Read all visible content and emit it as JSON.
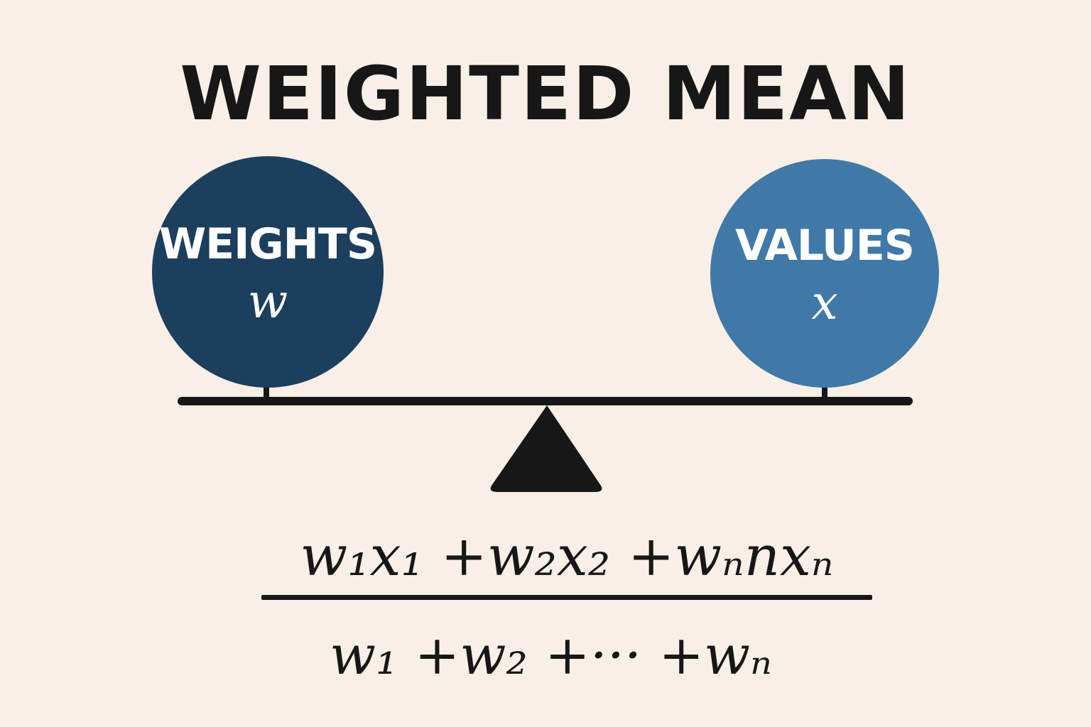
{
  "title": "WEIGHTED MEAN",
  "weights": {
    "label": "WEIGHTS",
    "variable": "w",
    "color": "#1d3f5e"
  },
  "values": {
    "label": "VALUES",
    "variable": "x",
    "color": "#4079a7"
  },
  "formula": {
    "numerator": "w₁x₁ +w₂x₂ +wₙnxₙ",
    "denominator": "w₁ +w₂ +··· +wₙ"
  },
  "colors": {
    "background": "#f8efe6",
    "ink": "#171717"
  }
}
